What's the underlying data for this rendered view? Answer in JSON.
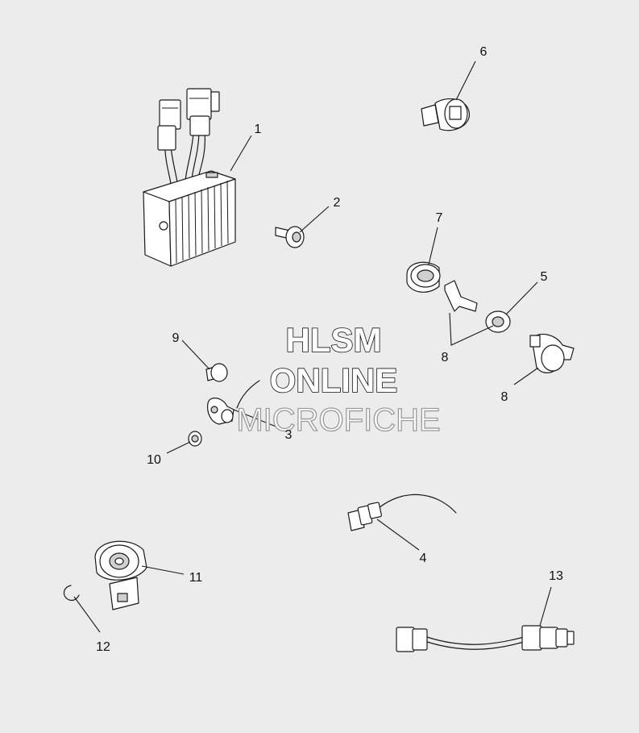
{
  "watermark": {
    "line1": "HLSM",
    "line2": "ONLINE",
    "line3": "MICROFICHE"
  },
  "callouts": [
    {
      "id": "c1",
      "label": "1"
    },
    {
      "id": "c2",
      "label": "2"
    },
    {
      "id": "c3",
      "label": "3"
    },
    {
      "id": "c4",
      "label": "4"
    },
    {
      "id": "c5",
      "label": "5"
    },
    {
      "id": "c6",
      "label": "6"
    },
    {
      "id": "c7",
      "label": "7"
    },
    {
      "id": "c8a",
      "label": "8"
    },
    {
      "id": "c8b",
      "label": "8"
    },
    {
      "id": "c9",
      "label": "9"
    },
    {
      "id": "c10",
      "label": "10"
    },
    {
      "id": "c11",
      "label": "11"
    },
    {
      "id": "c12",
      "label": "12"
    },
    {
      "id": "c13",
      "label": "13"
    }
  ]
}
